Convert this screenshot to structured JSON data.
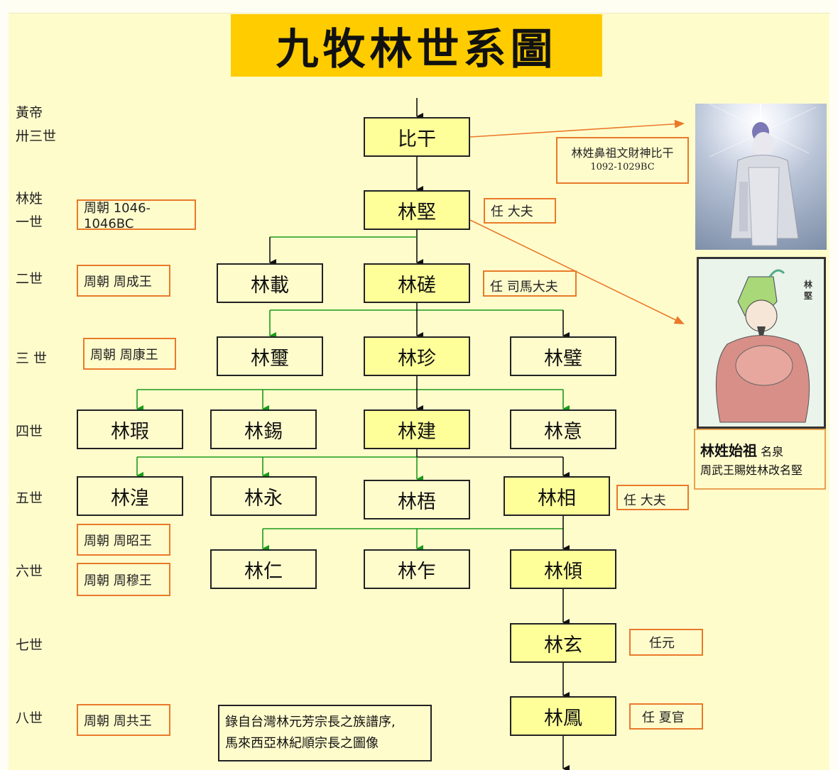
{
  "title": "九牧林世系圖",
  "generations": [
    {
      "label1": "黃帝",
      "label2": "卅三世"
    },
    {
      "label1": "林姓",
      "label2": "一世"
    },
    {
      "label1": "二世"
    },
    {
      "label1": "三 世"
    },
    {
      "label1": "四世"
    },
    {
      "label1": "五世"
    },
    {
      "label1": "六世"
    },
    {
      "label1": "七世"
    },
    {
      "label1": "八世"
    }
  ],
  "dynasty_notes": [
    "周朝 1046-1046BC",
    "周朝 周成王",
    "周朝 周康王",
    "周朝 周昭王",
    "周朝 周穆王",
    "周朝 周共王"
  ],
  "nodes": {
    "bigan": "比干",
    "g1": "林堅",
    "g2": [
      "林載",
      "林磋"
    ],
    "g3": [
      "林璽",
      "林珍",
      "林璧"
    ],
    "g4": [
      "林瑕",
      "林錫",
      "林建",
      "林意"
    ],
    "g5": [
      "林湟",
      "林永",
      "林梧",
      "林相"
    ],
    "g6": [
      "林仁",
      "林乍",
      "林傾"
    ],
    "g7": "林玄",
    "g8": "林鳳"
  },
  "office_notes": {
    "g1": "任 大夫",
    "g2": "任 司馬大夫",
    "g5": "任 大夫",
    "g7": "任元",
    "g8": "任 夏官"
  },
  "bigan_note": {
    "line1": "林姓鼻祖文財神比干",
    "line2": "1092-1029BC"
  },
  "portrait_caption": {
    "bold": "林姓始祖",
    "name": "名泉",
    "line2": "周武王賜姓林改名堅"
  },
  "portrait_inscription": "林堅",
  "source": {
    "line1": "錄自台灣林元芳宗長之族譜序,",
    "line2": "馬來西亞林紀順宗長之圖像"
  },
  "colors": {
    "title_bg": "#ffcc00",
    "main_node": "#ffff99",
    "note_border": "#e87a2a",
    "green_line": "#1a9a1a"
  }
}
